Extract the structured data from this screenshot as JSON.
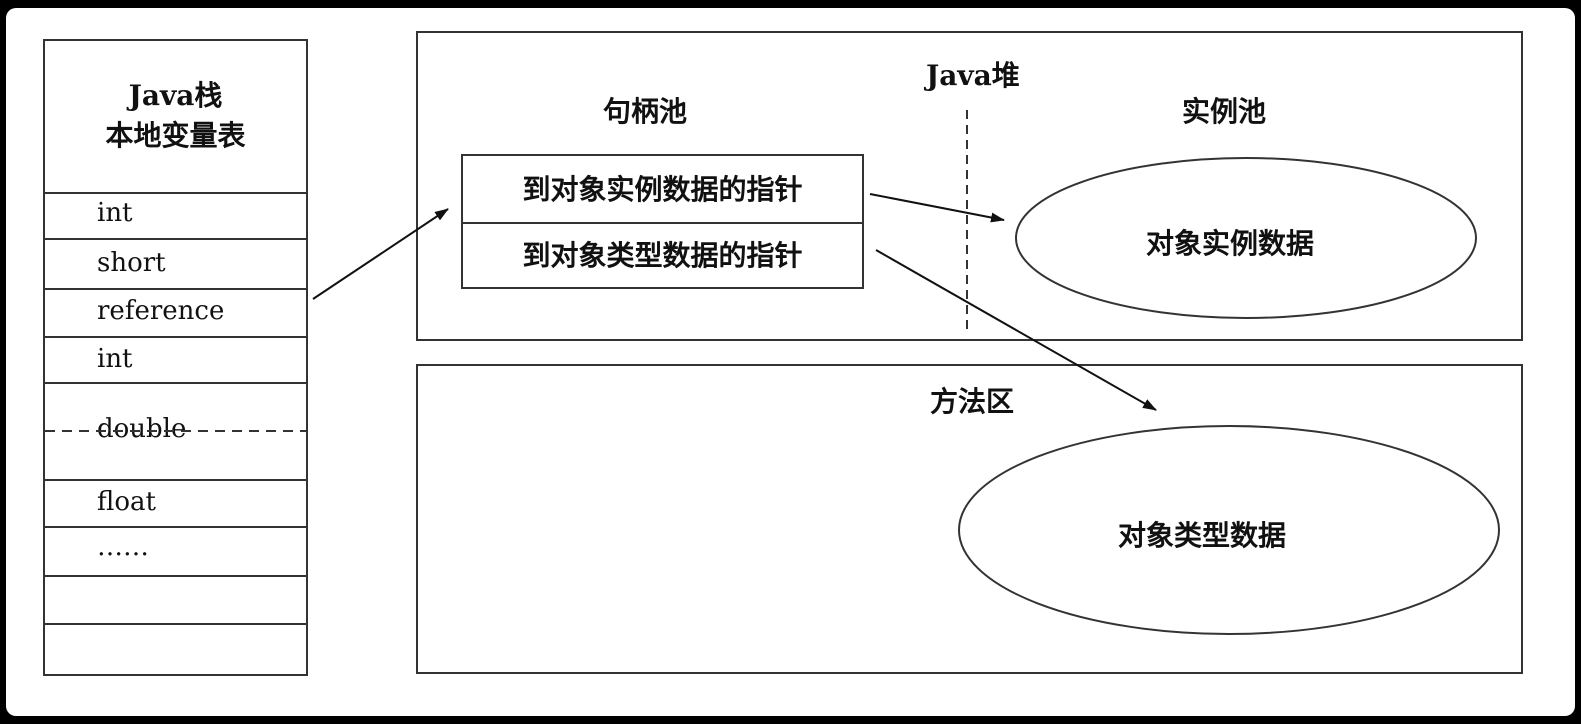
{
  "java_stack": {
    "title_line1": "Java栈",
    "title_line2": "本地变量表",
    "slots": [
      "int",
      "short",
      "reference",
      "int",
      "double",
      "float",
      "……",
      "",
      ""
    ]
  },
  "java_heap": {
    "title": "Java堆",
    "handle_pool": {
      "title": "句柄池",
      "pointer_to_instance": "到对象实例数据的指针",
      "pointer_to_type": "到对象类型数据的指针"
    },
    "instance_pool": {
      "title": "实例池",
      "instance_data": "对象实例数据"
    }
  },
  "method_area": {
    "title": "方法区",
    "type_data": "对象类型数据"
  }
}
